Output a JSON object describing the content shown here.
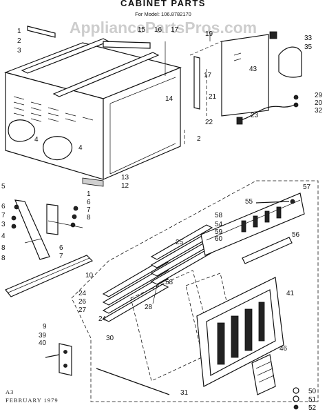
{
  "title": "CABINET PARTS",
  "model_line": "For Model: 106.8782170",
  "watermark": "AppliancePartsPros.com",
  "footer": {
    "line1": "A3",
    "line2": "FEBRUARY 1979"
  },
  "callouts": [
    "1",
    "2",
    "3",
    "15",
    "16",
    "17",
    "19",
    "33",
    "35",
    "43",
    "17",
    "14",
    "21",
    "22",
    "29",
    "20",
    "32",
    "23",
    "4",
    "4",
    "2",
    "5",
    "6",
    "7",
    "3",
    "8",
    "8",
    "4",
    "13",
    "12",
    "1",
    "6",
    "7",
    "8",
    "6",
    "7",
    "10",
    "57",
    "55",
    "58",
    "54",
    "59",
    "60",
    "56",
    "25",
    "58",
    "28",
    "24",
    "26",
    "27",
    "24",
    "41",
    "30",
    "9",
    "39",
    "40",
    "46",
    "31",
    "50",
    "51",
    "52"
  ]
}
